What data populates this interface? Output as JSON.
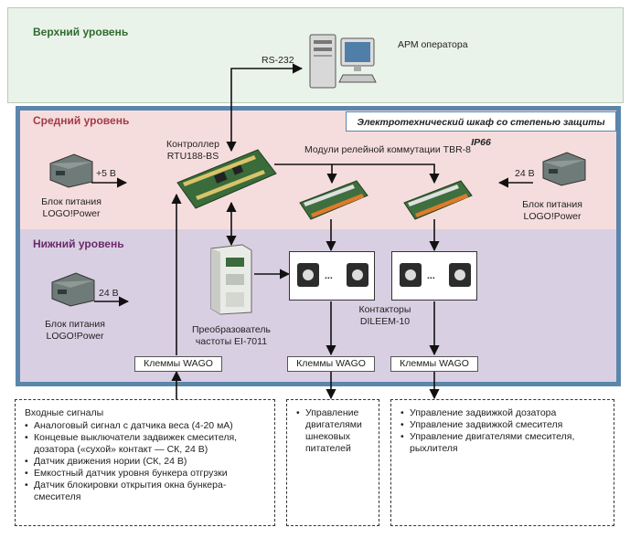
{
  "levels": {
    "top": "Верхний уровень",
    "middle": "Средний уровень",
    "bottom": "Нижний уровень"
  },
  "cabinet_label": "Электротехнический шкаф со степенью защиты IP66",
  "rs232": "RS-232",
  "operator_pc": "АРМ оператора",
  "controller": {
    "line1": "Контроллер",
    "line2": "RTU188-BS"
  },
  "relay_modules": "Модули релейной коммутации TBR-8",
  "power_left_top": {
    "voltage": "+5 В",
    "line1": "Блок питания",
    "line2": "LOGO!Power"
  },
  "power_right": {
    "voltage": "24 В",
    "line1": "Блок питания",
    "line2": "LOGO!Power"
  },
  "power_left_bottom": {
    "voltage": "24 В",
    "line1": "Блок питания",
    "line2": "LOGO!Power"
  },
  "converter": {
    "line1": "Преобразователь",
    "line2": "частоты EI-7011"
  },
  "contactors": {
    "line1": "Контакторы",
    "line2": "DILEEM-10",
    "ellipsis": "..."
  },
  "terminals": "Клеммы WAGO",
  "inputs": {
    "title": "Входные сигналы",
    "items": [
      "Аналоговый сигнал с датчика веса (4-20 мА)",
      "Концевые выключатели задвижек смесителя, дозатора («сухой» контакт — СК, 24 В)",
      "Датчик движения нории (СК, 24 В)",
      "Емкостный датчик уровня бункера отгрузки",
      "Датчик блокировки открытия окна бункера-смесителя"
    ]
  },
  "feeders": {
    "items": [
      "Управление двигателями шнековых питателей"
    ]
  },
  "outputs": {
    "items": [
      "Управление задвижкой дозатора",
      "Управление задвижкой смесителя",
      "Управление двигателями смесителя, рыхлителя"
    ]
  },
  "colors": {
    "top_band": "#eaf3ea",
    "middle_band": "#f6dddd",
    "bottom_band": "#d9cfe2",
    "cabinet_border": "#5b86ab",
    "level_top_title": "#2f6b2f",
    "level_mid_title": "#a33a4a",
    "level_low_title": "#6a2a6a"
  }
}
